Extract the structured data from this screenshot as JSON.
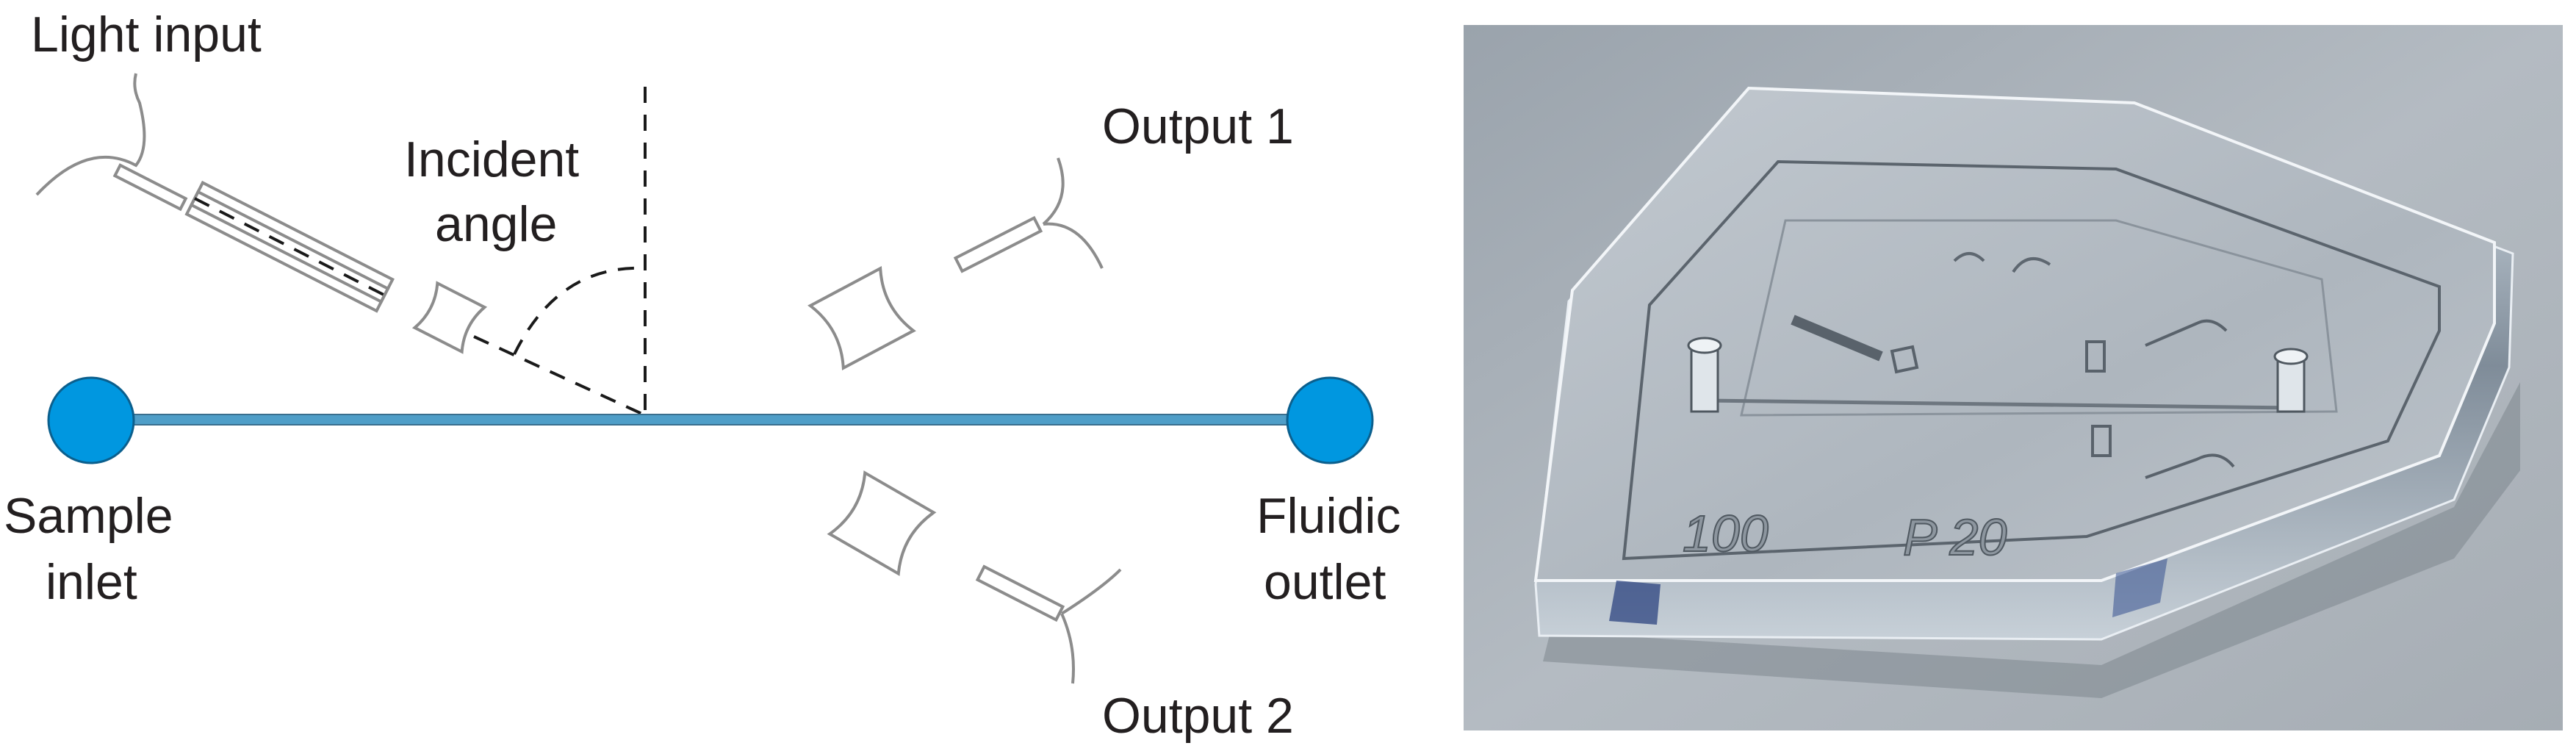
{
  "diagram": {
    "labels": {
      "light_input": "Light input",
      "incident_angle_line1": "Incident",
      "incident_angle_line2": "angle",
      "output1": "Output 1",
      "output2": "Output 2",
      "sample_inlet_line1": "Sample",
      "sample_inlet_line2": "inlet",
      "fluidic_outlet_line1": "Fluidic",
      "fluidic_outlet_line2": "outlet"
    },
    "colors": {
      "port_fill": "#0097e0",
      "channel_stroke": "#3a7fa6",
      "component_stroke": "#8c8c8c",
      "text": "#231f20"
    }
  },
  "photo": {
    "engravings": {
      "number_left": "100",
      "number_right": "P 20"
    }
  }
}
